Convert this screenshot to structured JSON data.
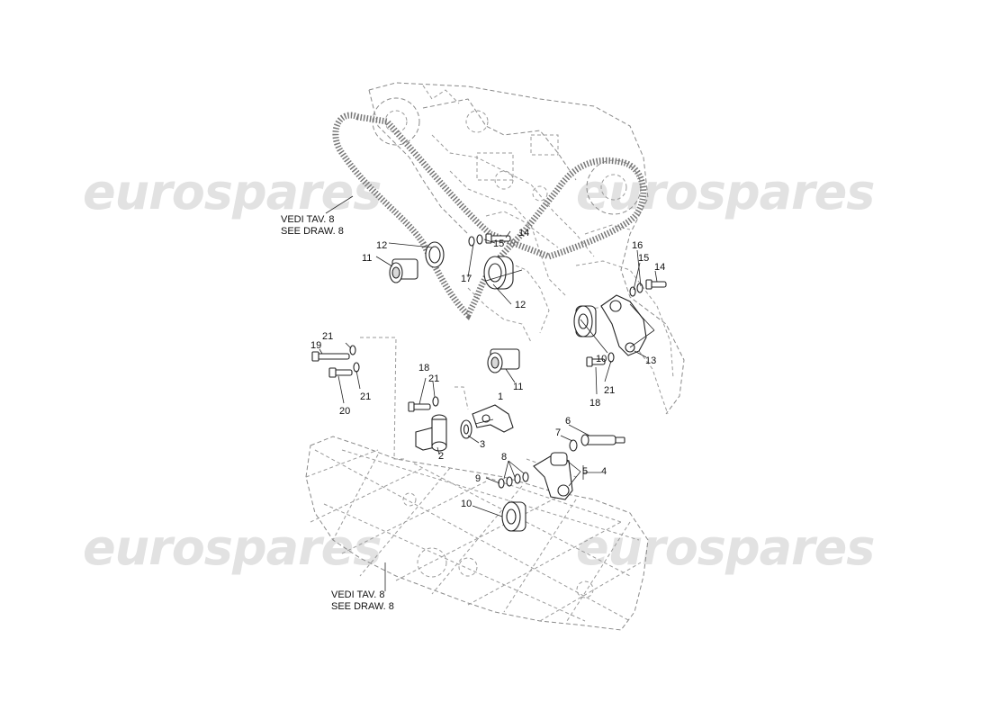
{
  "watermarks": [
    "eurospares",
    "eurospares",
    "eurospares",
    "eurospares"
  ],
  "notes": {
    "top": {
      "line1": "VEDI TAV. 8",
      "line2": "SEE DRAW. 8"
    },
    "bottom": {
      "line1": "VEDI TAV. 8",
      "line2": "SEE DRAW. 8"
    }
  },
  "callouts": {
    "c1": "1",
    "c2": "2",
    "c3": "3",
    "c4": "4",
    "c5": "5",
    "c6": "6",
    "c7": "7",
    "c8": "8",
    "c9": "9",
    "c10a": "10",
    "c10b": "10",
    "c11a": "11",
    "c11b": "11",
    "c12a": "12",
    "c12b": "12",
    "c13": "13",
    "c14a": "14",
    "c14b": "14",
    "c15a": "15",
    "c15b": "15",
    "c16": "16",
    "c17": "17",
    "c18a": "18",
    "c18b": "18",
    "c19": "19",
    "c20": "20",
    "c21a": "21",
    "c21b": "21",
    "c21c": "21",
    "c21d": "21"
  }
}
